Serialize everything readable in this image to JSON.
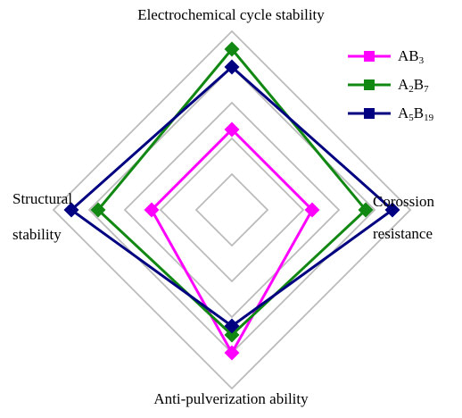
{
  "chart_data": {
    "type": "radar",
    "axes": [
      "Electrochemical cycle stability",
      "Corossion resistance",
      "Anti-pulverization ability",
      "Structural stability"
    ],
    "axis_label_parts": {
      "right": [
        "Corossion",
        "resistance"
      ],
      "left": [
        "Structural",
        "stability"
      ]
    },
    "range": [
      0,
      10
    ],
    "grid_levels": [
      2,
      4,
      6,
      8,
      10
    ],
    "series": [
      {
        "name": "AB3",
        "name_base": "AB",
        "name_sub1": "3",
        "name_mid": "",
        "name_sub2": "",
        "color": "#ff00ff",
        "values": [
          4.5,
          4.5,
          8,
          4.5
        ]
      },
      {
        "name": "A2B7",
        "name_base": "A",
        "name_sub1": "2",
        "name_mid": "B",
        "name_sub2": "7",
        "color": "#118811",
        "values": [
          9,
          7.5,
          7,
          7.5
        ]
      },
      {
        "name": "A5B19",
        "name_base": "A",
        "name_sub1": "5",
        "name_mid": "B",
        "name_sub2": "19",
        "color": "#000080",
        "values": [
          8,
          9,
          6.5,
          9
        ]
      }
    ],
    "grid_color": "#bbbbbb",
    "legend_position": "top-right"
  }
}
